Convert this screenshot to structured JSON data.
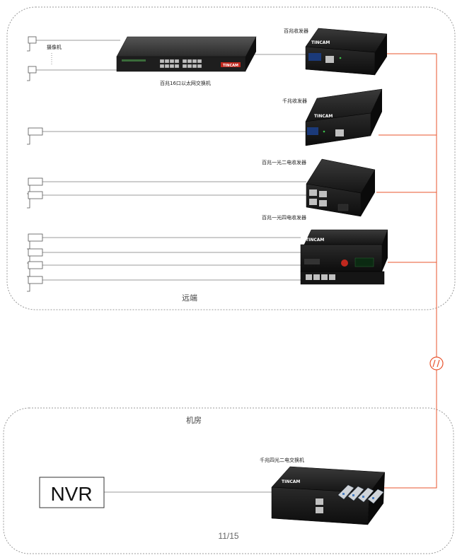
{
  "remote_zone": {
    "label": "远端"
  },
  "room_zone": {
    "label": "机房"
  },
  "cameras": {
    "label": "摄像机"
  },
  "devices": {
    "switch16": {
      "label": "百兆16口以太网交换机",
      "brand": "TINCAM"
    },
    "conv_fast": {
      "label": "百兆收发器",
      "brand": "TINCAM"
    },
    "conv_giga": {
      "label": "千兆收发器",
      "brand": "TINCAM"
    },
    "conv_1f2e": {
      "label": "百兆一光二电收发器"
    },
    "conv_1f4e": {
      "label": "百兆一光四电收发器",
      "brand": "TINCAM"
    },
    "switch_4f2e": {
      "label": "千兆四光二电交换机",
      "brand": "TINCAM"
    }
  },
  "nvr": {
    "label": "NVR"
  },
  "page": {
    "number": "11/15"
  },
  "colors": {
    "fiber": "#e8542e",
    "ethernet": "#7a7a7a",
    "zone_border": "#9a9a9a"
  }
}
